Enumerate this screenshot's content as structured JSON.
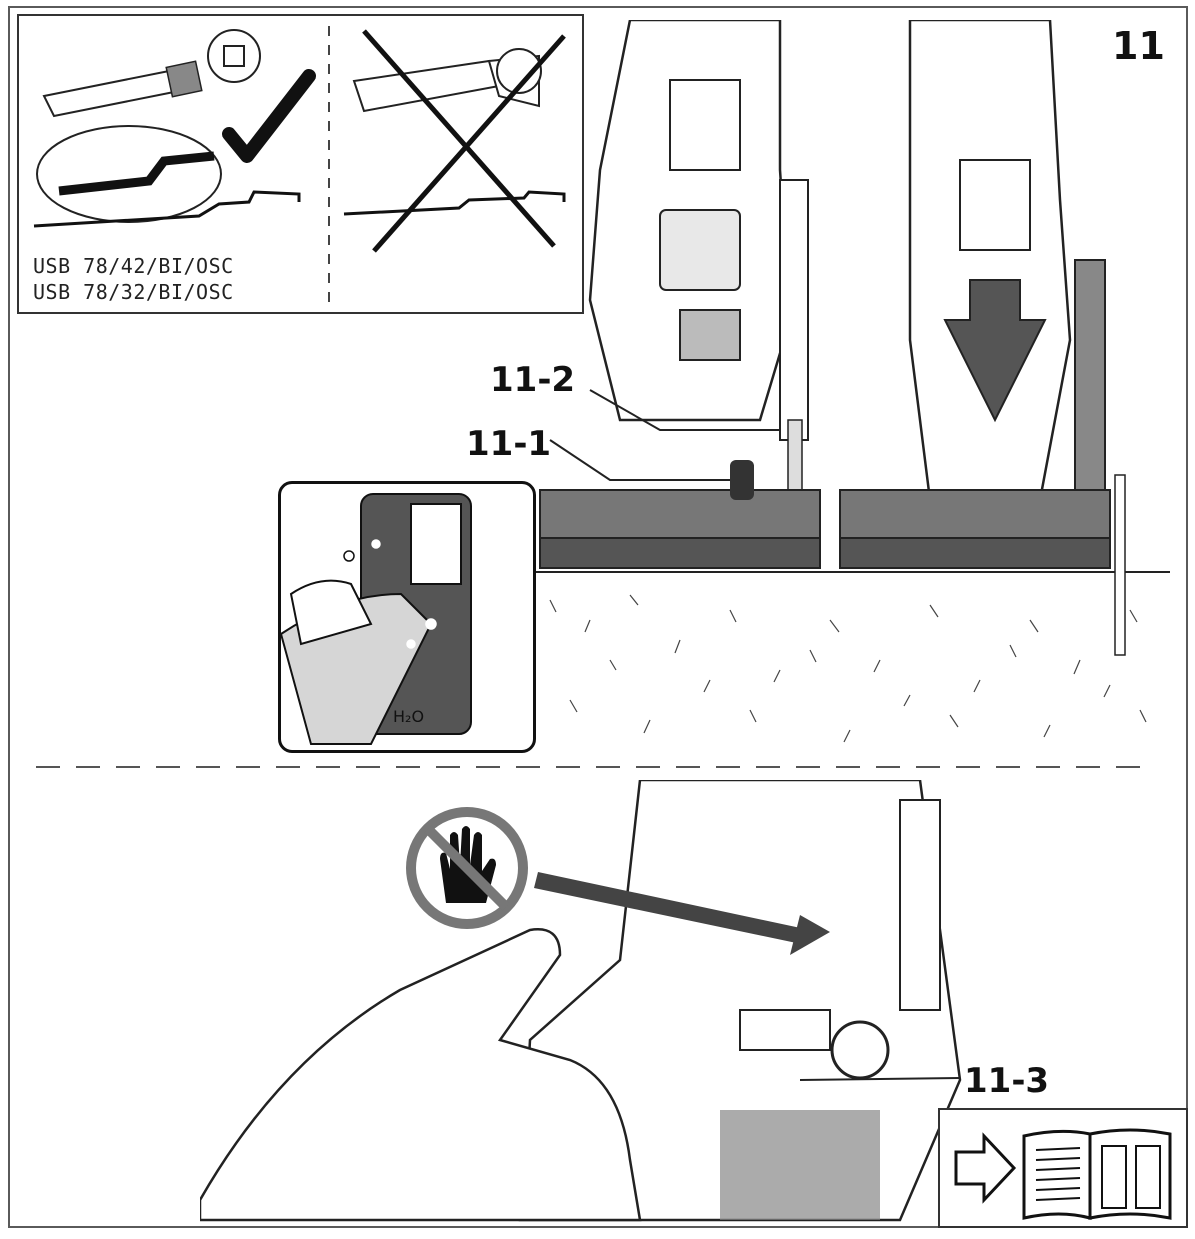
{
  "figure_number": "11",
  "models": [
    "USB 78/42/BI/OSC",
    "USB 78/32/BI/OSC"
  ],
  "callouts": {
    "c1": "11-1",
    "c2": "11-2",
    "c3": "11-3"
  },
  "water_label": "H₂O",
  "icons": {
    "ok": "checkmark-icon",
    "not_ok": "cross-icon",
    "no_hand": "no-hand-icon",
    "manual": "read-manual-icon",
    "arrow": "arrow-right-icon",
    "press": "down-arrow-icon"
  },
  "colors": {
    "ink": "#1a1a1a",
    "grey": "#6f6f6f",
    "light": "#cfcfcf"
  }
}
